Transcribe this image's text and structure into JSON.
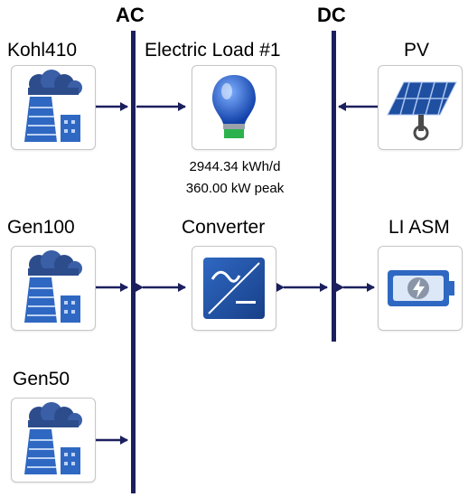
{
  "buses": {
    "ac_label": "AC",
    "dc_label": "DC"
  },
  "components": {
    "kohl410": {
      "label": "Kohl410"
    },
    "gen100": {
      "label": "Gen100"
    },
    "gen50": {
      "label": "Gen50"
    },
    "load": {
      "label": "Electric Load #1",
      "energy": "2944.34 kWh/d",
      "peak": "360.00 kW peak"
    },
    "converter": {
      "label": "Converter"
    },
    "pv": {
      "label": "PV"
    },
    "battery": {
      "label": "LI ASM"
    }
  },
  "colors": {
    "bus": "#1c1f5e",
    "accent": "#1f4fa0",
    "bulb_base": "#2bb24c"
  }
}
